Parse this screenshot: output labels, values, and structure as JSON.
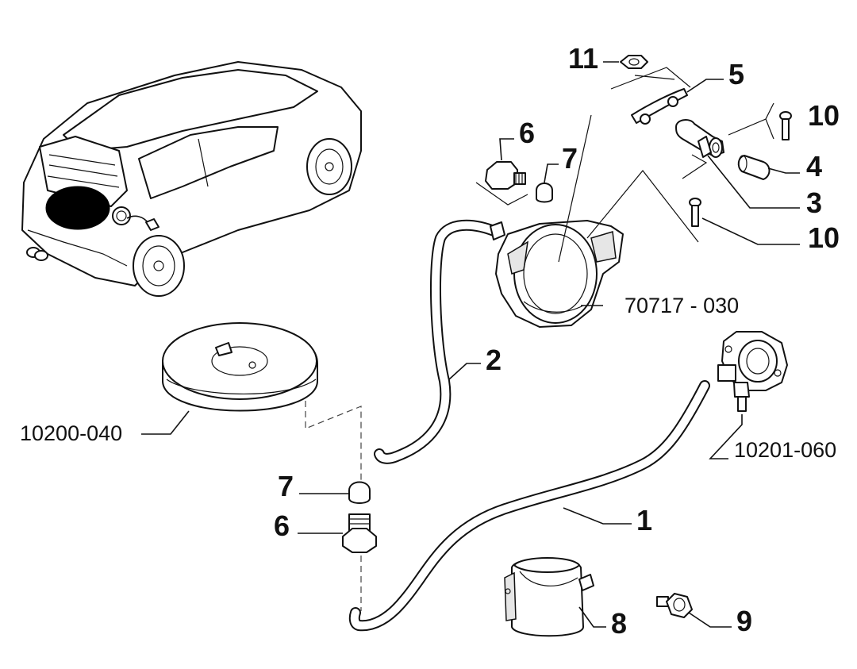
{
  "labels": {
    "p1": "1",
    "p2": "2",
    "p3": "3",
    "p4": "4",
    "p5": "5",
    "p6a": "6",
    "p6b": "6",
    "p7a": "7",
    "p7b": "7",
    "p8": "8",
    "p9": "9",
    "p10a": "10",
    "p10b": "10",
    "p11": "11",
    "code_tank_ring": "70717 - 030",
    "code_tank": "10200-040",
    "code_valve": "10201-060"
  }
}
